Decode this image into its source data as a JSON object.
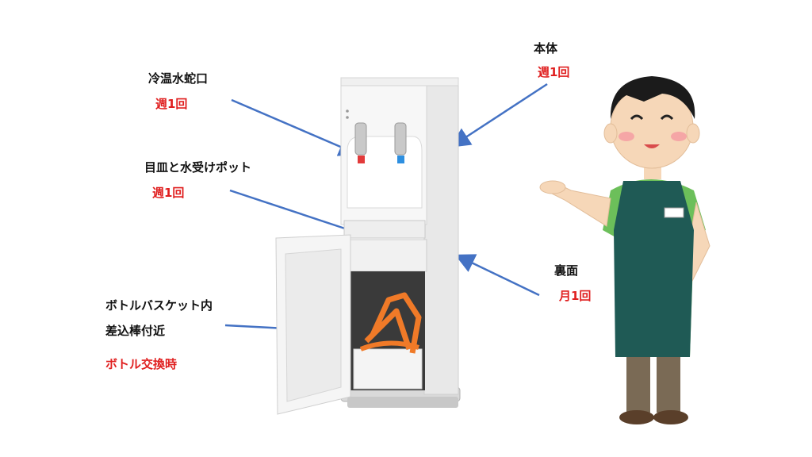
{
  "colors": {
    "label": "#111111",
    "frequency": "#e02020",
    "arrow": "#4472c4",
    "apron": "#1f5a55",
    "shirt": "#6cbf5a"
  },
  "labels": [
    {
      "id": "faucet",
      "title": "冷温水蛇口",
      "frequency": "週1回"
    },
    {
      "id": "tray",
      "title": "目皿と水受けポット",
      "frequency": "週1回"
    },
    {
      "id": "basket",
      "title": "ボトルバスケット内",
      "title2": "差込棒付近",
      "frequency": "ボトル交換時"
    },
    {
      "id": "body",
      "title": "本体",
      "frequency": "週1回"
    },
    {
      "id": "back",
      "title": "裏面",
      "frequency": "月1回"
    }
  ],
  "icons": {
    "machine": "water-server-illustration",
    "person": "shop-clerk-illustration"
  }
}
